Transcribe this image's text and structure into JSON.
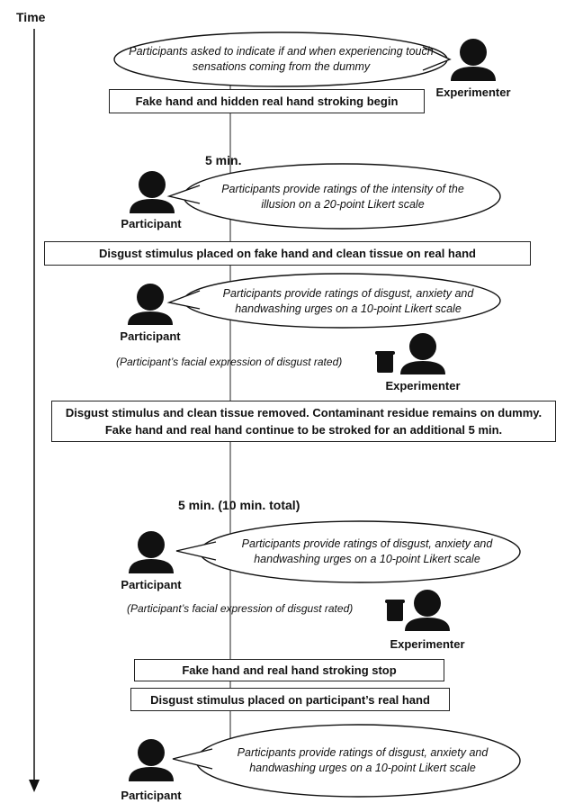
{
  "axis": {
    "label": "Time"
  },
  "timepoints": {
    "t1": "5 min.",
    "t2": "5 min.  (10 min. total)"
  },
  "roles": {
    "experimenter": "Experimenter",
    "participant": "Participant"
  },
  "bubbles": {
    "b1": "Participants asked to indicate if and when experiencing touch sensations coming from the dummy",
    "b2": "Participants provide ratings of the intensity of the illusion on a 20-point Likert scale",
    "b3": "Participants provide ratings of disgust, anxiety and handwashing urges on a 10-point Likert scale",
    "b4": "Participants provide ratings of disgust, anxiety and handwashing urges on a 10-point Likert scale",
    "b5": "Participants provide ratings of disgust, anxiety and handwashing urges on a 10-point Likert scale"
  },
  "boxes": {
    "s1": "Fake hand and hidden real hand stroking begin",
    "s2": "Disgust stimulus placed on fake hand and clean tissue on real hand",
    "s3": "Disgust stimulus and clean tissue removed. Contaminant residue remains on dummy. Fake hand and real hand continue to be stroked for an additional 5 min.",
    "s4": "Fake hand and real hand stroking stop",
    "s5": "Disgust stimulus placed on participant’s real hand"
  },
  "notes": {
    "n1": "(Participant’s facial expression of disgust rated)",
    "n2": "(Participant’s facial expression of disgust rated)"
  }
}
